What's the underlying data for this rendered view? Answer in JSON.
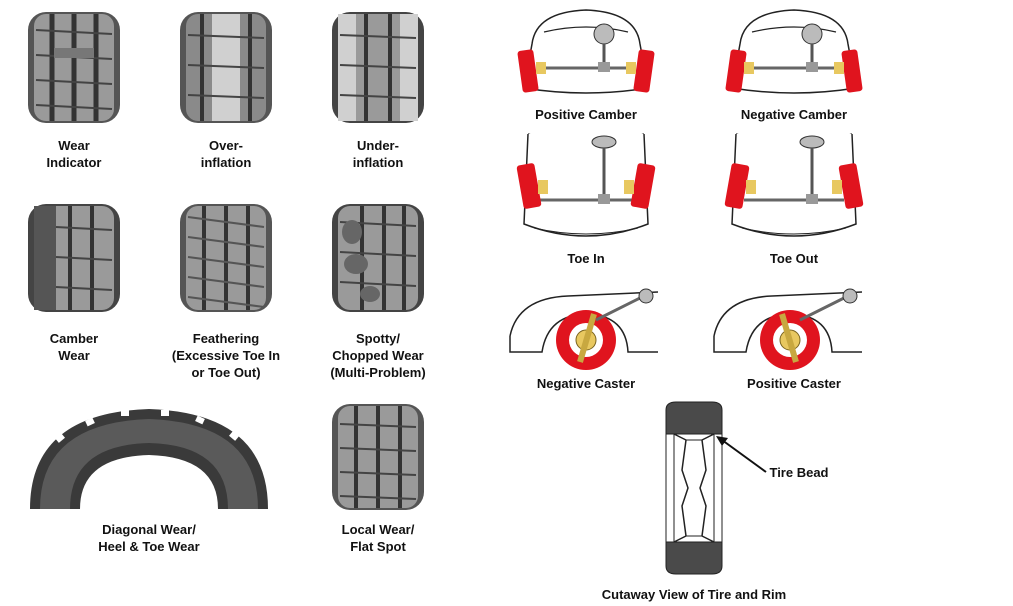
{
  "tire_wear": {
    "wear_indicator": "Wear\nIndicator",
    "over_inflation": "Over-\ninflation",
    "under_inflation": "Under-\ninflation",
    "camber_wear": "Camber\nWear",
    "feathering": "Feathering\n(Excessive Toe In\nor Toe Out)",
    "spotty": "Spotty/\nChopped Wear\n(Multi-Problem)",
    "diagonal": "Diagonal Wear/\nHeel & Toe Wear",
    "local_wear": "Local Wear/\nFlat Spot"
  },
  "alignment": {
    "positive_camber": "Positive Camber",
    "negative_camber": "Negative Camber",
    "toe_in": "Toe In",
    "toe_out": "Toe Out",
    "negative_caster": "Negative Caster",
    "positive_caster": "Positive Caster"
  },
  "cutaway": {
    "tire_bead": "Tire Bead",
    "caption": "Cutaway View of Tire and Rim"
  },
  "colors": {
    "wheel_red": "#e0141e",
    "tire_dark": "#3a3a3a",
    "tread_gray": "#8a8a8a",
    "kingpin_yellow": "#e8c860"
  }
}
